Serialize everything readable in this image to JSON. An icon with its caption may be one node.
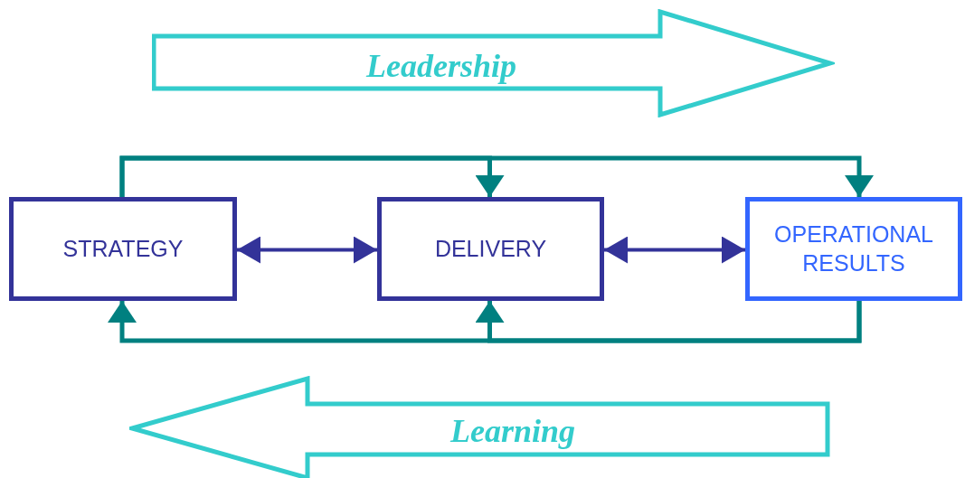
{
  "diagram": {
    "nodes": [
      {
        "text": [
          "Leadership"
        ]
      },
      {
        "text": [
          "STRATEGY"
        ]
      },
      {
        "text": [
          "DELIVERY"
        ]
      },
      {
        "text": [
          "OPERATIONAL RESULTS"
        ]
      },
      {
        "text": [
          "Learning"
        ]
      }
    ],
    "edges": [
      {
        "from": 1,
        "to": 2,
        "arrow": "both",
        "color": "#333399"
      },
      {
        "from": 2,
        "to": 3,
        "arrow": "both",
        "color": "#333399"
      },
      {
        "from": 1,
        "to": 2,
        "arrow": "to"
      },
      {
        "from": 1,
        "to": 3,
        "arrow": "to"
      },
      {
        "from": 3,
        "to": 1,
        "arrow": "to"
      },
      {
        "from": 3,
        "to": 2,
        "arrow": "to"
      }
    ]
  }
}
